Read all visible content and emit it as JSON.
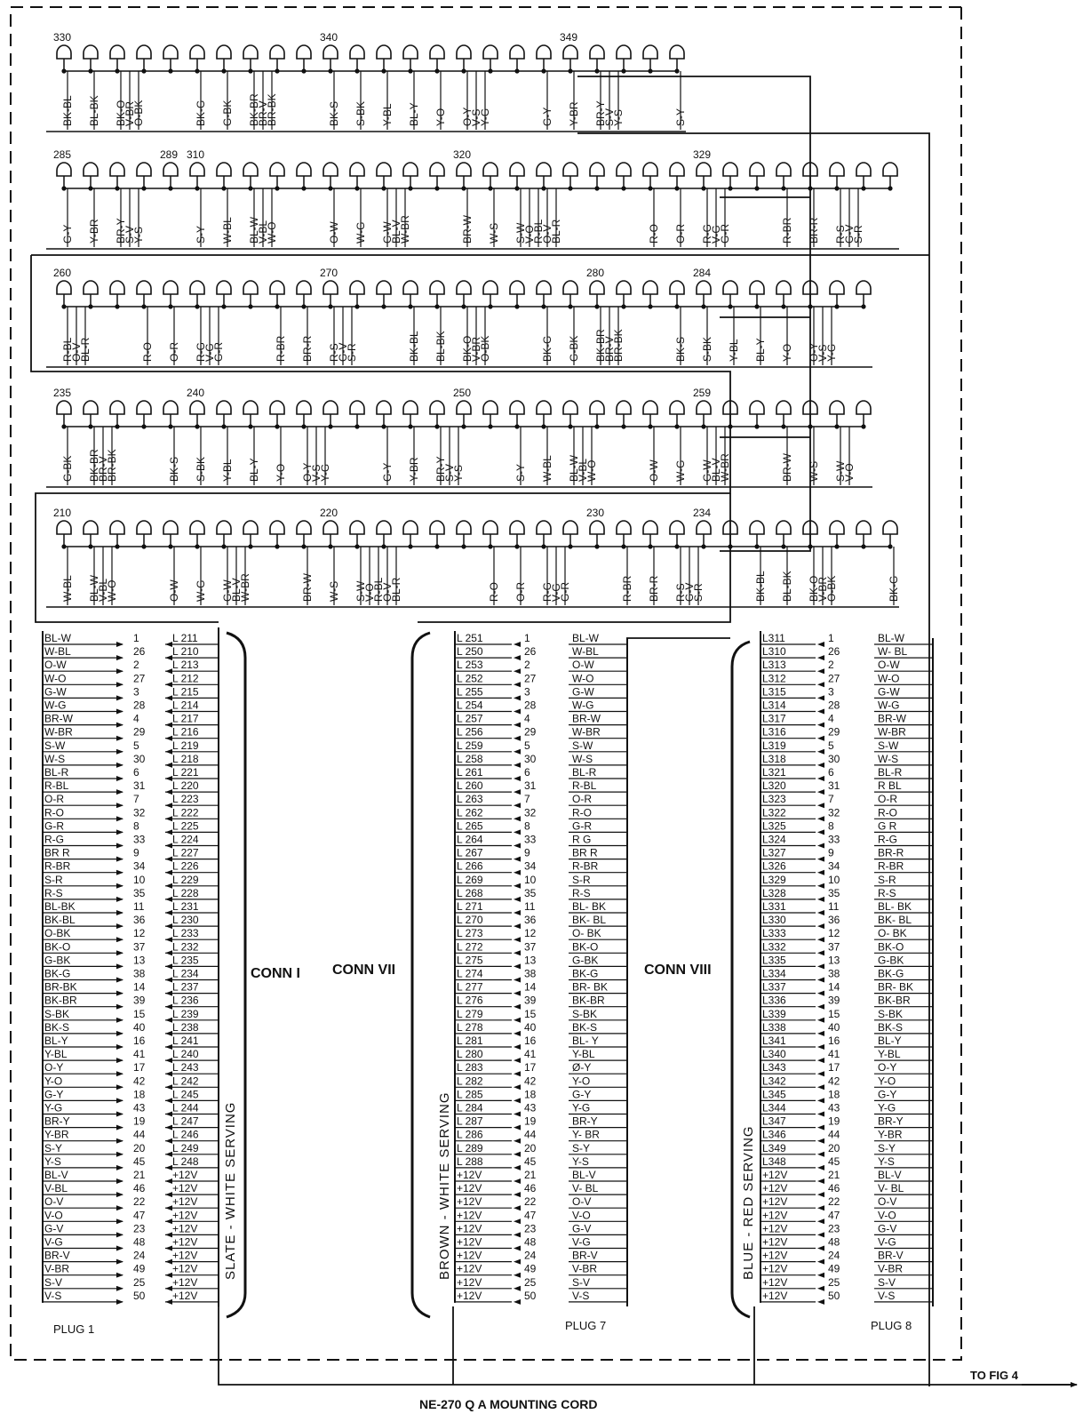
{
  "rows": [
    {
      "num_labels": [
        {
          "i": 0,
          "t": "330"
        },
        {
          "i": 10,
          "t": "340"
        },
        {
          "i": 19,
          "t": "349"
        }
      ],
      "wires": [
        [
          "BK-BL"
        ],
        [
          "BL-BK"
        ],
        [
          "BK-O",
          "V-BR",
          "O-BK"
        ],
        [
          "BK-G"
        ],
        [
          "G-BK"
        ],
        [
          "BK-BR",
          "BR-V",
          "BR-BK"
        ],
        [
          "BK-S"
        ],
        [
          "S-BK"
        ],
        [
          "Y-BL"
        ],
        [
          "BL-Y"
        ],
        [
          "Y-O"
        ],
        [
          "O-Y",
          "V-S",
          "Y-G"
        ],
        [
          "G-Y"
        ],
        [
          "Y-BR"
        ],
        [
          "BR-Y",
          "S-V",
          "Y-S"
        ],
        [
          "S-Y"
        ]
      ]
    },
    {
      "num_labels": [
        {
          "i": 0,
          "t": "285"
        },
        {
          "i": 4,
          "t": "289"
        },
        {
          "i": 5,
          "t": "310"
        },
        {
          "i": 15,
          "t": "320"
        },
        {
          "i": 24,
          "t": "329"
        }
      ],
      "wires": [
        [
          "G-Y"
        ],
        [
          "Y-BR"
        ],
        [
          "BR-Y",
          "S-V",
          "Y-S"
        ],
        [
          "S-Y"
        ],
        [
          "W-BL"
        ],
        [
          "BL-W",
          "V-BL",
          "W-O"
        ],
        [
          "O-W"
        ],
        [
          "W-G"
        ],
        [
          "G-W",
          "BL-V",
          "W-BR"
        ],
        [
          "BR-W"
        ],
        [
          "W-S"
        ],
        [
          "S-W",
          "V-O",
          "R-BL",
          "O-V",
          "BL-R"
        ],
        [
          "R-O"
        ],
        [
          "O-R"
        ],
        [
          "R-G",
          "V-G",
          "G-R"
        ],
        [
          "R-BR"
        ],
        [
          "BR-R"
        ],
        [
          "R-S",
          "G-V",
          "S-R"
        ]
      ]
    },
    {
      "num_labels": [
        {
          "i": 0,
          "t": "260"
        },
        {
          "i": 10,
          "t": "270"
        },
        {
          "i": 20,
          "t": "280"
        },
        {
          "i": 24,
          "t": "284"
        }
      ],
      "wires": [
        [
          "R-BL",
          "O-V",
          "BL-R"
        ],
        [
          "R-O"
        ],
        [
          "O-R"
        ],
        [
          "R-G",
          "V-G",
          "G-R"
        ],
        [
          "R-BR"
        ],
        [
          "BR-R"
        ],
        [
          "R-S",
          "G-V",
          "S-R"
        ],
        [
          "BK-BL"
        ],
        [
          "BL-BK"
        ],
        [
          "BK-O",
          "V-BR",
          "O-BK"
        ],
        [
          "BK-G"
        ],
        [
          "G-BK"
        ],
        [
          "BK-BR",
          "BR-V",
          "BR-BK"
        ],
        [
          "BK-S"
        ],
        [
          "S-BK"
        ],
        [
          "Y-BL"
        ],
        [
          "BL-Y"
        ],
        [
          "Y-O"
        ],
        [
          "O-Y",
          "V-S",
          "Y-G"
        ]
      ]
    },
    {
      "num_labels": [
        {
          "i": 0,
          "t": "235"
        },
        {
          "i": 5,
          "t": "240"
        },
        {
          "i": 15,
          "t": "250"
        },
        {
          "i": 24,
          "t": "259"
        }
      ],
      "wires": [
        [
          "G-BK"
        ],
        [
          "BK-BR",
          "BR-V",
          "BR-BK"
        ],
        [
          "BK-S"
        ],
        [
          "S-BK"
        ],
        [
          "Y-BL"
        ],
        [
          "BL-Y"
        ],
        [
          "Y-O"
        ],
        [
          "O-Y",
          "V-S",
          "Y-G"
        ],
        [
          "G-Y"
        ],
        [
          "Y-BR"
        ],
        [
          "BR-Y",
          "S-V",
          "Y-S"
        ],
        [
          "S-Y"
        ],
        [
          "W-BL"
        ],
        [
          "BL-W",
          "V-BL",
          "W-O"
        ],
        [
          "O-W"
        ],
        [
          "W-G"
        ],
        [
          "G-W",
          "BL-V",
          "W-BR"
        ],
        [
          "BR-W"
        ],
        [
          "W-S"
        ],
        [
          "S-W",
          "V-O"
        ]
      ]
    },
    {
      "num_labels": [
        {
          "i": 0,
          "t": "210"
        },
        {
          "i": 10,
          "t": "220"
        },
        {
          "i": 20,
          "t": "230"
        },
        {
          "i": 24,
          "t": "234"
        }
      ],
      "wires": [
        [
          "W-BL"
        ],
        [
          "BL-W",
          "V-BL",
          "W-O"
        ],
        [
          "O-W"
        ],
        [
          "W-G"
        ],
        [
          "G-W",
          "BL-V",
          "W-BR"
        ],
        [
          "BR-W"
        ],
        [
          "W-S"
        ],
        [
          "S-W",
          "V-O",
          "R-BL",
          "O-V",
          "BL-R"
        ],
        [
          "R-O"
        ],
        [
          "O-R"
        ],
        [
          "R-G",
          "V-G",
          "G-R"
        ],
        [
          "R-BR"
        ],
        [
          "BR-R"
        ],
        [
          "R-S",
          "G-V",
          "S-R"
        ],
        [
          "BK-BL"
        ],
        [
          "BL-BK"
        ],
        [
          "BK-O",
          "V-BR",
          "O-BK"
        ],
        [
          "BK-G"
        ]
      ]
    }
  ],
  "plug1": {
    "wires": [
      "BL-W",
      "W-BL",
      "O-W",
      "W-O",
      "G-W",
      "W-G",
      "BR-W",
      "W-BR",
      "S-W",
      "W-S",
      "BL-R",
      "R-BL",
      "O-R",
      "R-O",
      "G-R",
      "R-G",
      "BR R",
      "R-BR",
      "S-R",
      "R-S",
      "BL-BK",
      "BK-BL",
      "O-BK",
      "BK-O",
      "G-BK",
      "BK-G",
      "BR-BK",
      "BK-BR",
      "S-BK",
      "BK-S",
      "BL-Y",
      "Y-BL",
      "O-Y",
      "Y-O",
      "G-Y",
      "Y-G",
      "BR-Y",
      "Y-BR",
      "S-Y",
      "Y-S",
      "BL-V",
      "V-BL",
      "O-V",
      "V-O",
      "G-V",
      "V-G",
      "BR-V",
      "V-BR",
      "S-V",
      "V-S"
    ],
    "pins": [
      "1",
      "26",
      "2",
      "27",
      "3",
      "28",
      "4",
      "29",
      "5",
      "30",
      "6",
      "31",
      "7",
      "32",
      "8",
      "33",
      "9",
      "34",
      "10",
      "35",
      "11",
      "36",
      "12",
      "37",
      "13",
      "38",
      "14",
      "39",
      "15",
      "40",
      "16",
      "41",
      "17",
      "42",
      "18",
      "43",
      "19",
      "44",
      "20",
      "45",
      "21",
      "46",
      "22",
      "47",
      "23",
      "48",
      "24",
      "49",
      "25",
      "50"
    ],
    "leads": [
      "L 211",
      "L 210",
      "L 213",
      "L 212",
      "L 215",
      "L 214",
      "L 217",
      "L 216",
      "L 219",
      "L 218",
      "L 221",
      "L 220",
      "L 223",
      "L 222",
      "L 225",
      "L 224",
      "L 227",
      "L 226",
      "L 229",
      "L 228",
      "L 231",
      "L 230",
      "L 233",
      "L 232",
      "L 235",
      "L 234",
      "L 237",
      "L 236",
      "L 239",
      "L 238",
      "L 241",
      "L 240",
      "L 243",
      "L 242",
      "L 245",
      "L 244",
      "L 247",
      "L 246",
      "L 249",
      "L 248",
      "+12V",
      "+12V",
      "+12V",
      "+12V",
      "+12V",
      "+12V",
      "+12V",
      "+12V",
      "+12V",
      "+12V"
    ],
    "label": "PLUG 1",
    "serving": "SLATE - WHITE   SERVING"
  },
  "plug7": {
    "leads": [
      "L 251",
      "L 250",
      "L 253",
      "L 252",
      "L 255",
      "L 254",
      "L 257",
      "L 256",
      "L 259",
      "L 258",
      "L 261",
      "L 260",
      "L 263",
      "L 262",
      "L 265",
      "L 264",
      "L 267",
      "L 266",
      "L 269",
      "L 268",
      "L 271",
      "L 270",
      "L 273",
      "L 272",
      "L 275",
      "L 274",
      "L 277",
      "L 276",
      "L 279",
      "L 278",
      "L 281",
      "L 280",
      "L 283",
      "L 282",
      "L 285",
      "L 284",
      "L 287",
      "L 286",
      "L 289",
      "L 288",
      "+12V",
      "+12V",
      "+12V",
      "+12V",
      "+12V",
      "+12V",
      "+12V",
      "+12V",
      "+12V",
      "+12V"
    ],
    "pins": [
      "1",
      "26",
      "2",
      "27",
      "3",
      "28",
      "4",
      "29",
      "5",
      "30",
      "6",
      "31",
      "7",
      "32",
      "8",
      "33",
      "9",
      "34",
      "10",
      "35",
      "11",
      "36",
      "12",
      "37",
      "13",
      "38",
      "14",
      "39",
      "15",
      "40",
      "16",
      "41",
      "17",
      "42",
      "18",
      "43",
      "19",
      "44",
      "20",
      "45",
      "21",
      "46",
      "22",
      "47",
      "23",
      "48",
      "24",
      "49",
      "25",
      "50"
    ],
    "wires": [
      "BL-W",
      "W-BL",
      "O-W",
      "W-O",
      "G-W",
      "W-G",
      "BR-W",
      "W-BR",
      "S-W",
      "W-S",
      "BL-R",
      "R-BL",
      "O-R",
      "R-O",
      "G-R",
      "R G",
      "BR R",
      "R-BR",
      "S-R",
      "R-S",
      "BL- BK",
      "BK- BL",
      "O- BK",
      "BK-O",
      "G-BK",
      "BK-G",
      "BR- BK",
      "BK-BR",
      "S-BK",
      "BK-S",
      "BL- Y",
      "Y-BL",
      "Ø-Y",
      "Y-O",
      "G-Y",
      "Y-G",
      "BR-Y",
      "Y- BR",
      "S-Y",
      "Y-S",
      "BL-V",
      "V- BL",
      "O-V",
      "V-O",
      "G-V",
      "V-G",
      "BR-V",
      "V-BR",
      "S-V",
      "V-S"
    ],
    "label": "PLUG 7",
    "serving": "BROWN - WHITE   SERVING"
  },
  "plug8": {
    "leads": [
      "L311",
      "L310",
      "L313",
      "L312",
      "L315",
      "L314",
      "L317",
      "L316",
      "L319",
      "L318",
      "L321",
      "L320",
      "L323",
      "L322",
      "L325",
      "L324",
      "L327",
      "L326",
      "L329",
      "L328",
      "L331",
      "L330",
      "L333",
      "L332",
      "L335",
      "L334",
      "L337",
      "L336",
      "L339",
      "L338",
      "L341",
      "L340",
      "L343",
      "L342",
      "L345",
      "L344",
      "L347",
      "L346",
      "L349",
      "L348",
      "+12V",
      "+12V",
      "+12V",
      "+12V",
      "+12V",
      "+12V",
      "+12V",
      "+12V",
      "+12V",
      "+12V"
    ],
    "pins": [
      "1",
      "26",
      "2",
      "27",
      "3",
      "28",
      "4",
      "29",
      "5",
      "30",
      "6",
      "31",
      "7",
      "32",
      "8",
      "33",
      "9",
      "34",
      "10",
      "35",
      "11",
      "36",
      "12",
      "37",
      "13",
      "38",
      "14",
      "39",
      "15",
      "40",
      "16",
      "41",
      "17",
      "42",
      "18",
      "43",
      "19",
      "44",
      "20",
      "45",
      "21",
      "46",
      "22",
      "47",
      "23",
      "48",
      "24",
      "49",
      "25",
      "50"
    ],
    "wires": [
      "BL-W",
      "W- BL",
      "O-W",
      "W-O",
      "G-W",
      "W-G",
      "BR-W",
      "W-BR",
      "S-W",
      "W-S",
      "BL-R",
      "R BL",
      "O-R",
      "R-O",
      "G R",
      "R-G",
      "BR-R",
      "R-BR",
      "S-R",
      "R-S",
      "BL- BK",
      "BK- BL",
      "O- BK",
      "BK-O",
      "G-BK",
      "BK-G",
      "BR- BK",
      "BK-BR",
      "S-BK",
      "BK-S",
      "BL-Y",
      "Y-BL",
      "O-Y",
      "Y-O",
      "G-Y",
      "Y-G",
      "BR-Y",
      "Y-BR",
      "S-Y",
      "Y-S",
      "BL-V",
      "V- BL",
      "O-V",
      "V-O",
      "G-V",
      "V-G",
      "BR-V",
      "V-BR",
      "S-V",
      "V-S"
    ],
    "label": "PLUG 8",
    "serving": "BLUE - RED   SERVING"
  },
  "conn_labels": {
    "c1": "CONN I",
    "c7": "CONN VII",
    "c8": "CONN VIII"
  },
  "to_fig": "TO FIG 4",
  "cord": "NE-270 Q A  MOUNTING CORD"
}
